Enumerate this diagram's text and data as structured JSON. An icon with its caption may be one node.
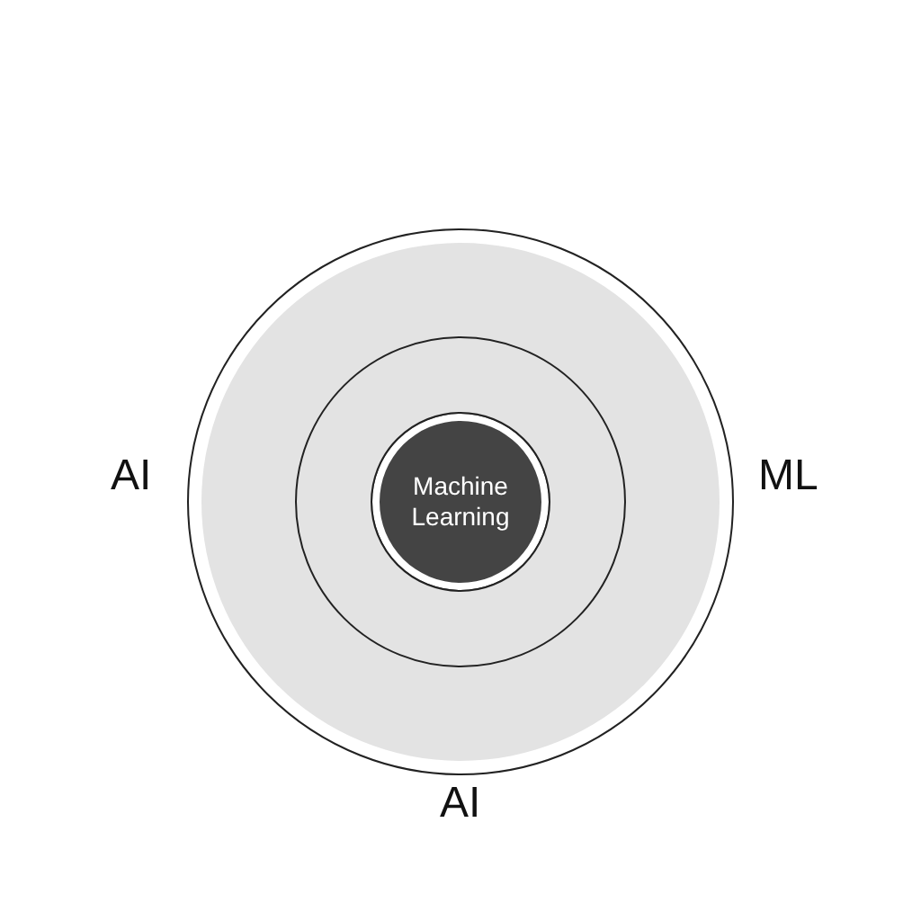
{
  "diagram": {
    "nodes": [
      {
        "text": [],
        "shape": "circle"
      },
      {
        "text": [],
        "shape": "circle",
        "in": 0
      },
      {
        "text": [
          "Machine Learning"
        ],
        "in": 1
      }
    ],
    "labels": [
      "AI",
      "ML",
      "AI"
    ]
  }
}
